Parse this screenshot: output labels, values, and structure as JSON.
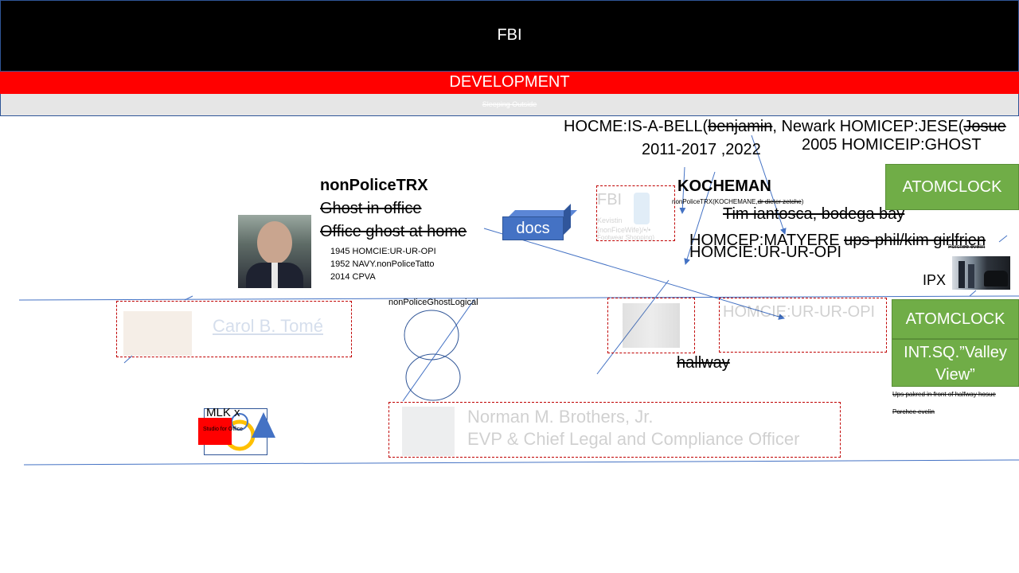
{
  "header": {
    "title": "FBI",
    "development": "DEVELOPMENT",
    "subtitle": "Sleeping Outside"
  },
  "top": {
    "line1a": "HOCME:IS-A-BELL(",
    "line1b": "benjamin",
    "line1c": ", Newark HOMICEP:JESE(",
    "line1d": "Josue",
    "line2": "2011-2017 ,2022",
    "line3": "2005 HOMICEIP:GHOST"
  },
  "nonpolice": {
    "title": "nonPoliceTRX",
    "line1": "Ghost in office",
    "line2": "Office ghost at home",
    "facts": [
      "1945 HOMCIE:UR-UR-OPI",
      "1952 NAVY.nonPoliceTatto",
      "2014 CPVA"
    ]
  },
  "docs_label": "docs",
  "fbi_card": {
    "title": "FBI",
    "line1": "Kevistin",
    "line2": "(nonFiceWife)/•/•",
    "line3": "Footwear Shopping)"
  },
  "kocheman": {
    "title": "KOCHEMAN",
    "sub_a": "nonPoliceTRX(KOCHEMANE,",
    "sub_b": "dr dieter zetche",
    "sub_c": ")",
    "tim": "Tim iantosca, bodega bay",
    "homcep_a": "HOMCEP:MATYERE",
    "homcep_b": "ups-phil/kim girlfrien",
    "homcie": "HOMCIE:UR-UR-OPI"
  },
  "atom_top": "ATOMCLOCK",
  "porchee_top": "Porchee evelin",
  "ipx": "IPX",
  "atom2": "ATOMCLOCK",
  "intsq": "INT.SQ.”Valley View”",
  "ups_note": "Ups pakred in front of halfway hosue",
  "porchee_bottom": "Porchee evelin",
  "carol": "Carol B. Tomé",
  "ghost_logical": "nonPoliceGhostLogical",
  "homcie_box": "HOMCIE:UR-UR-OPI",
  "hallway": "hallway",
  "mlk": "MLK x",
  "studio": "Studio for Office",
  "norman": {
    "name": "Norman M. Brothers, Jr.",
    "title": "EVP & Chief Legal and Compliance Officer"
  },
  "colors": {
    "header": "#000000",
    "development": "#ff0000",
    "green": "#70ad47",
    "docs": "#4472c4",
    "line": "#4472c4",
    "dashed": "#c00000"
  }
}
